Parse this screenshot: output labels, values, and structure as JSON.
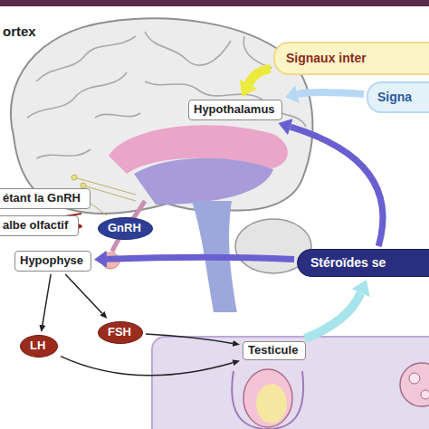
{
  "diagram": {
    "nodes": [
      {
        "text": [
          "Signaux inter"
        ]
      },
      {
        "text": [
          "Signa"
        ]
      },
      {
        "text": [
          "étant la GnRH"
        ]
      },
      {
        "text": [
          "Hypothalamus"
        ]
      },
      {
        "text": [
          "albe olfactif"
        ]
      },
      {
        "text": [
          "GnRH"
        ]
      },
      {
        "text": [
          "Hypophyse"
        ]
      },
      {
        "text": [
          "Stéroïdes se"
        ]
      },
      {
        "text": [
          "LH"
        ]
      },
      {
        "text": [
          "FSH"
        ]
      },
      {
        "text": [
          "Testicule"
        ]
      }
    ],
    "edges": [
      {
        "from": 0,
        "to": 3,
        "arrow": "to"
      },
      {
        "from": 1,
        "to": 3,
        "arrow": "to"
      },
      {
        "from": 7,
        "to": 3,
        "arrow": "to"
      },
      {
        "from": 7,
        "to": 6,
        "arrow": "to"
      },
      {
        "from": 6,
        "to": 8,
        "arrow": "to"
      },
      {
        "from": 6,
        "to": 9,
        "arrow": "to"
      },
      {
        "from": 8,
        "to": 10,
        "arrow": "to"
      },
      {
        "from": 9,
        "to": 10,
        "arrow": "to"
      },
      {
        "from": 10,
        "to": 7,
        "arrow": "to"
      }
    ],
    "labels": [
      "ortex"
    ]
  }
}
